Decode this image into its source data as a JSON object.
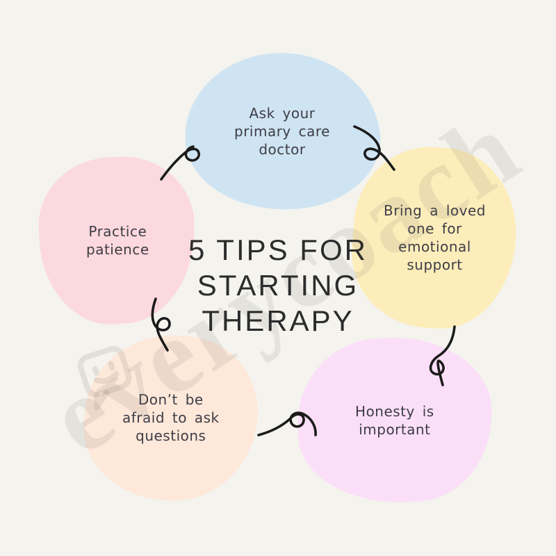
{
  "canvas": {
    "background_color": "#f4f3ee"
  },
  "watermark": {
    "text": "everycoach"
  },
  "title": {
    "lines": [
      "5 TIPS FOR",
      "STARTING",
      "THERAPY"
    ],
    "color": "#2c2c2c"
  },
  "tips": [
    {
      "label": "Ask your\nprimary care\ndoctor",
      "color": "#cfe4f2",
      "position": "top"
    },
    {
      "label": "Bring a loved\none for\nemotional\nsupport",
      "color": "#fdedba",
      "position": "right"
    },
    {
      "label": "Honesty is\nimportant",
      "color": "#fbdff8",
      "position": "bottom-right"
    },
    {
      "label": "Don’t be\nafraid to ask\nquestions",
      "color": "#fde8da",
      "position": "bottom-left"
    },
    {
      "label": "Practice\npatience",
      "color": "#fcd9de",
      "position": "left"
    }
  ]
}
